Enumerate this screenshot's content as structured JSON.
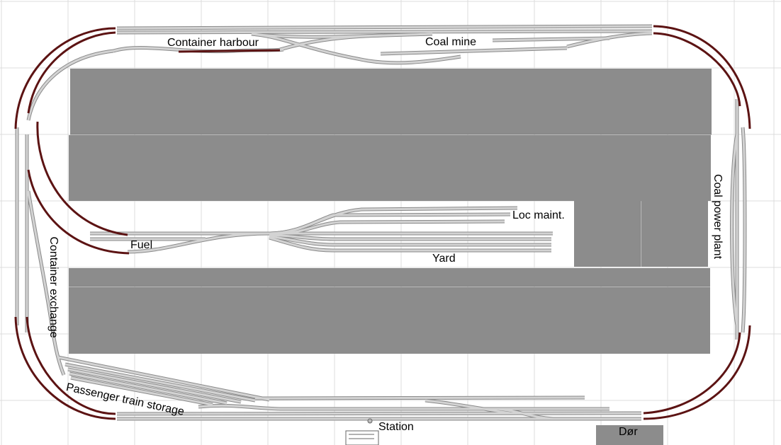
{
  "labels": {
    "container_harbour": "Container harbour",
    "coal_mine": "Coal mine",
    "coal_power_plant": "Coal power plant",
    "loc_maint": "Loc maint.",
    "yard": "Yard",
    "fuel": "Fuel",
    "container_exchange": "Container exchange",
    "passenger_train_storage": "Passenger train storage",
    "station": "Station",
    "door": "Dør"
  },
  "colors": {
    "background": "#ffffff",
    "grid": "#d9d9d9",
    "track_outline": "#8a8a8a",
    "track_fill": "#d3d3d3",
    "curve_track": "#5c1313",
    "block": "#8c8c8c"
  }
}
